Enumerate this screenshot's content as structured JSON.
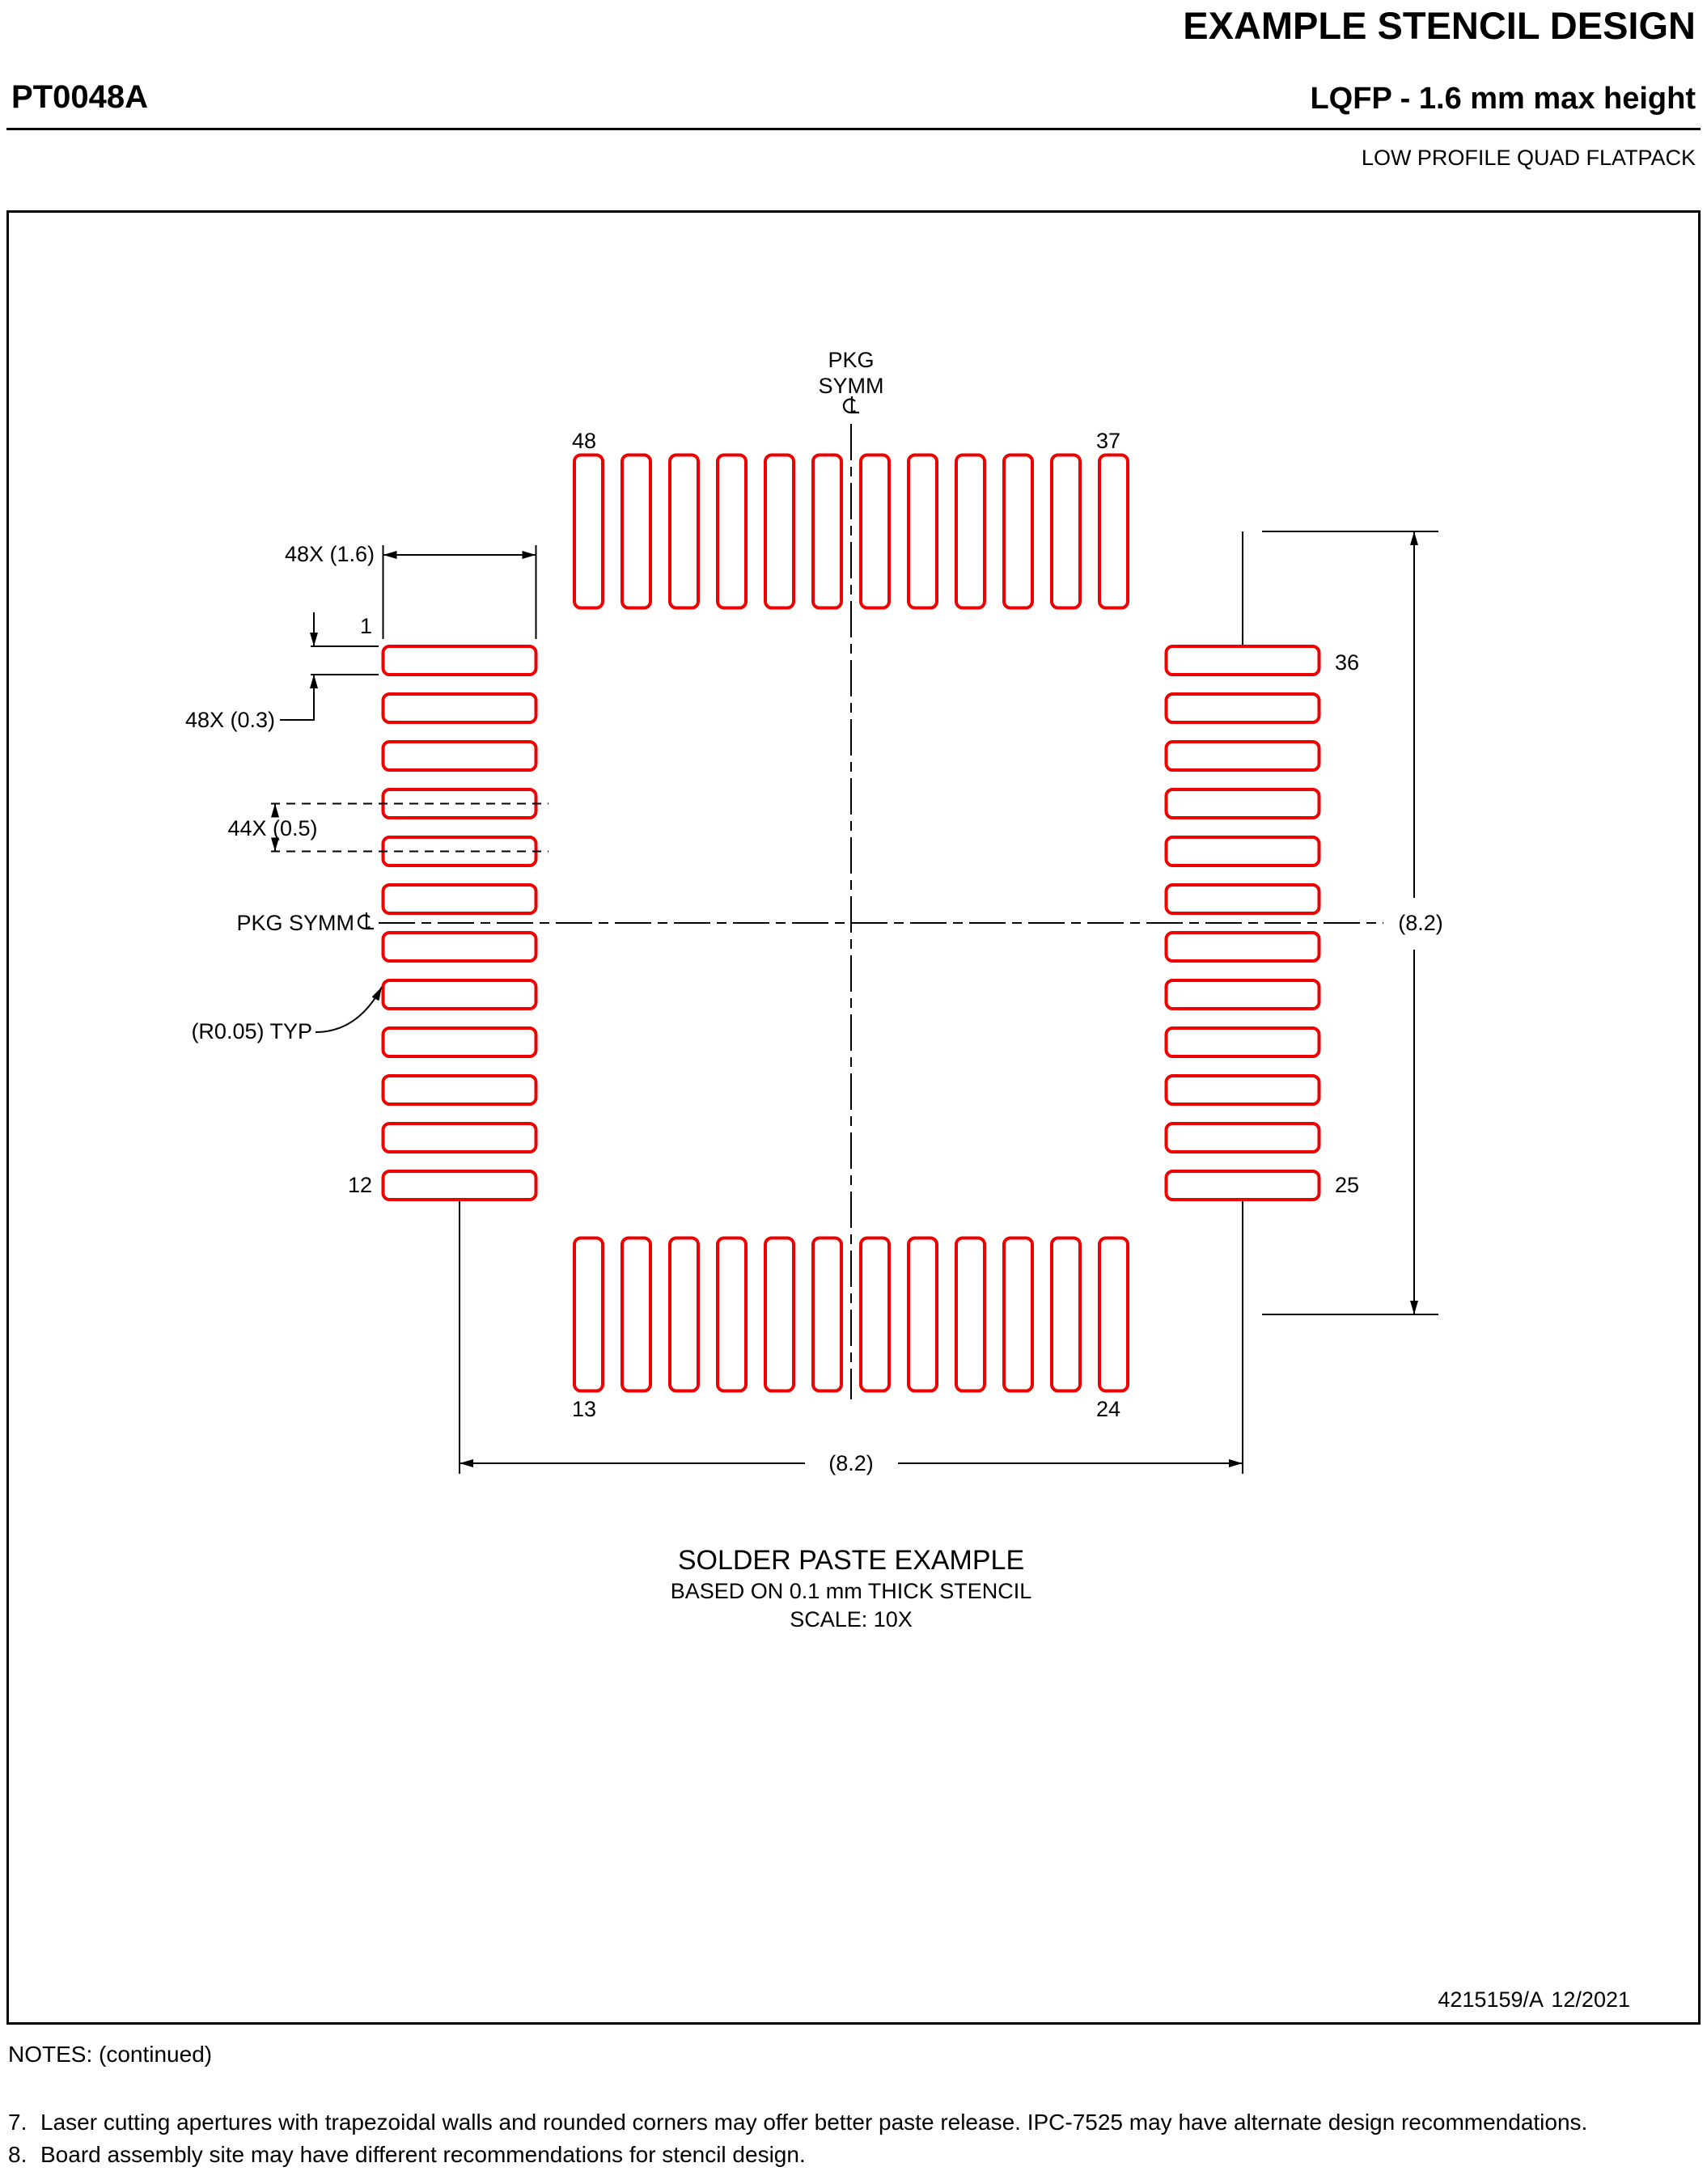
{
  "header": {
    "doc_title": "EXAMPLE STENCIL DESIGN",
    "part_number": "PT0048A",
    "package_title": "LQFP - 1.6 mm max height",
    "package_subtitle": "LOW PROFILE QUAD FLATPACK"
  },
  "drawing": {
    "pad_color": "#ee0000",
    "pads_per_side": 12,
    "pkg_symm_top": {
      "line1": "PKG",
      "line2": "SYMM"
    },
    "pkg_symm_left": "PKG SYMM",
    "pins": {
      "top_left": "48",
      "top_right": "37",
      "left_top": "1",
      "left_bottom": "12",
      "right_top": "36",
      "right_bottom": "25",
      "bottom_left": "13",
      "bottom_right": "24"
    },
    "dims": {
      "pad_length": "48X (1.6)",
      "pad_width": "48X (0.3)",
      "pitch": "44X (0.5)",
      "corner_radius": "(R0.05) TYP",
      "span_vertical": "(8.2)",
      "span_horizontal": "(8.2)"
    },
    "caption": {
      "title": "SOLDER PASTE EXAMPLE",
      "line2": "BASED ON 0.1 mm THICK STENCIL",
      "line3": "SCALE: 10X"
    },
    "doc_number": "4215159/A",
    "doc_date": "12/2021"
  },
  "notes": {
    "heading": "NOTES: (continued)",
    "items": [
      {
        "num": "7.",
        "text": "Laser cutting apertures with trapezoidal walls and rounded corners may offer better paste release. IPC-7525 may have alternate design recommendations."
      },
      {
        "num": "8.",
        "text": "Board assembly site may have different recommendations for stencil design."
      }
    ]
  }
}
